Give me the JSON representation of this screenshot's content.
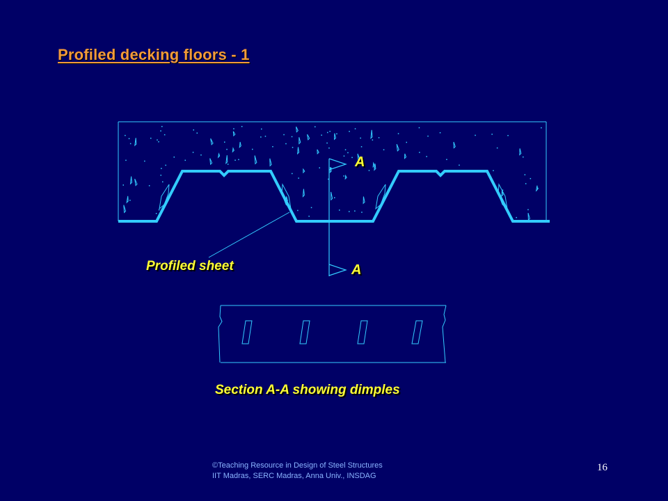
{
  "slide": {
    "title": "Profiled decking floors - 1",
    "page_number": "16"
  },
  "diagram": {
    "label_profiled_sheet": "Profiled sheet",
    "label_section_top": "A",
    "label_section_bottom": "A",
    "caption": "Section A-A showing dimples"
  },
  "footer": {
    "line1": "©Teaching Resource in Design of Steel Structures",
    "line2": "IIT Madras, SERC Madras, Anna Univ., INSDAG"
  },
  "colors": {
    "background": "#000066",
    "title": "#f29a3a",
    "line": "#33ccff",
    "label": "#ffff33"
  }
}
